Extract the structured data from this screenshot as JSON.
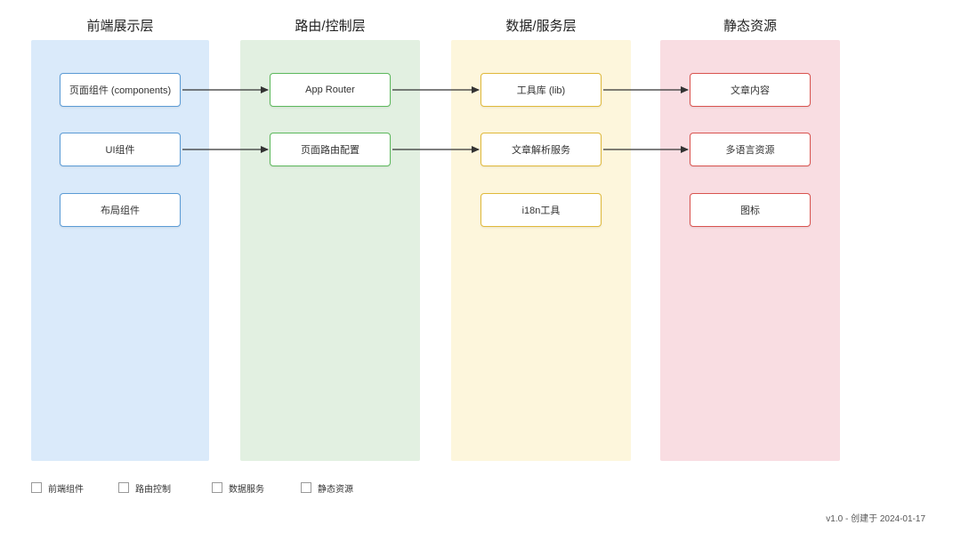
{
  "diagram": {
    "columns": [
      {
        "title": "前端展示层",
        "fill": "#daeafa",
        "border": "#5b9bd5",
        "nodes": [
          {
            "label": "页面组件 (components)"
          },
          {
            "label": "UI组件"
          },
          {
            "label": "布局组件"
          }
        ]
      },
      {
        "title": "路由/控制层",
        "fill": "#e2f0e1",
        "border": "#5cb85c",
        "nodes": [
          {
            "label": "App Router"
          },
          {
            "label": "页面路由配置"
          }
        ]
      },
      {
        "title": "数据/服务层",
        "fill": "#fdf6dc",
        "border": "#e0b93a",
        "nodes": [
          {
            "label": "工具库 (lib)"
          },
          {
            "label": "文章解析服务"
          },
          {
            "label": "i18n工具"
          }
        ]
      },
      {
        "title": "静态资源",
        "fill": "#f9dde2",
        "border": "#d9534f",
        "nodes": [
          {
            "label": "文章内容"
          },
          {
            "label": "多语言资源"
          },
          {
            "label": "图标"
          }
        ]
      }
    ],
    "connections": [
      {
        "from": "页面组件 (components)",
        "to": "App Router"
      },
      {
        "from": "App Router",
        "to": "工具库 (lib)"
      },
      {
        "from": "工具库 (lib)",
        "to": "文章内容"
      },
      {
        "from": "UI组件",
        "to": "页面路由配置"
      },
      {
        "from": "页面路由配置",
        "to": "文章解析服务"
      },
      {
        "from": "文章解析服务",
        "to": "多语言资源"
      }
    ],
    "legend": [
      {
        "label": "前端组件",
        "color": "#5b9bd5"
      },
      {
        "label": "路由控制",
        "color": "#5cb85c"
      },
      {
        "label": "数据服务",
        "color": "#e0b93a"
      },
      {
        "label": "静态资源",
        "color": "#d9534f"
      }
    ],
    "footer": "v1.0 - 创建于 2024-01-17",
    "arrow_color": "#333333"
  }
}
